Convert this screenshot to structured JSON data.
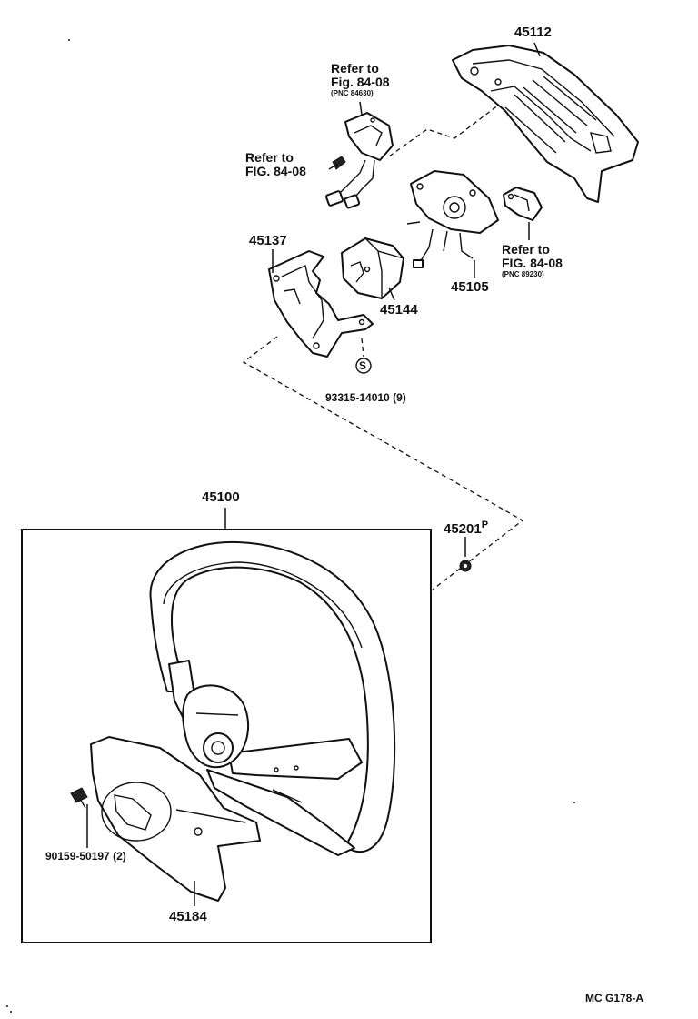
{
  "parts": {
    "p45112": "45112",
    "p45137": "45137",
    "p45144": "45144",
    "p45105": "45105",
    "p93315": "93315-14010 (9)",
    "p45100": "45100",
    "p45201": "45201",
    "p45201_suffix": "P",
    "p90159": "90159-50197 (2)",
    "p45184": "45184"
  },
  "refs": {
    "ref1": {
      "line1": "Refer to",
      "line2": "Fig. 84-08",
      "pnc": "(PNC 84630)"
    },
    "ref2": {
      "line1": "Refer to",
      "line2": "FIG. 84-08"
    },
    "ref3": {
      "line1": "Refer to",
      "line2": "FIG. 84-08",
      "pnc": "(PNC 89230)"
    }
  },
  "screw_mark": "S",
  "figure_code": "MC  G178-A"
}
